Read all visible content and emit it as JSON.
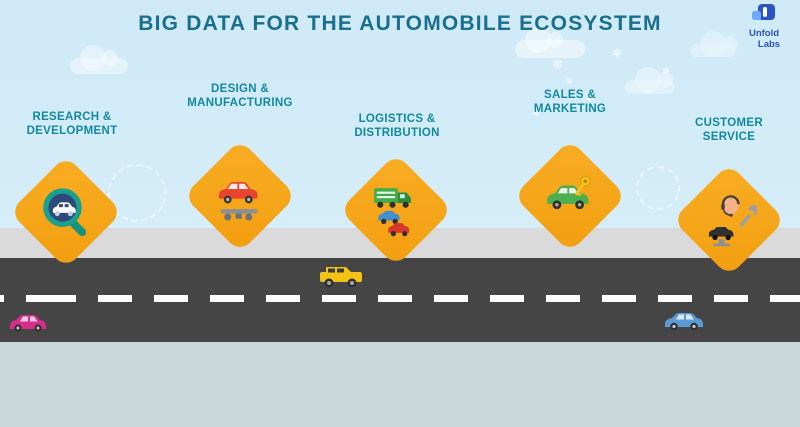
{
  "title": "BIG DATA FOR THE AUTOMOBILE ECOSYSTEM",
  "logo": {
    "name_line1": "Unfold",
    "name_line2": "Labs"
  },
  "stages": [
    {
      "label_lines": [
        "RESEARCH &",
        "DEVELOPMENT"
      ],
      "icon": "magnifier-car-icon"
    },
    {
      "label_lines": [
        "DESIGN &",
        "MANUFACTURING"
      ],
      "icon": "car-chassis-icon"
    },
    {
      "label_lines": [
        "LOGISTICS &",
        "DISTRIBUTION"
      ],
      "icon": "truck-fleet-icon"
    },
    {
      "label_lines": [
        "SALES &",
        "MARKETING"
      ],
      "icon": "car-key-icon"
    },
    {
      "label_lines": [
        "CUSTOMER",
        "SERVICE"
      ],
      "icon": "support-agent-car-icon"
    }
  ],
  "decor": {
    "snowflake_glyph": "❄",
    "road_cars": [
      "pink-car-icon",
      "yellow-jeep-icon",
      "blue-car-icon"
    ]
  },
  "colors": {
    "diamond_orange": "#F8A81B",
    "label_teal": "#1289A0",
    "title_teal": "#186F8E",
    "road_gray": "#454545",
    "curb_gray": "#DADADA",
    "sky_blue": "#D2EBF7",
    "ground_gray": "#CBD8D9",
    "logo_blue": "#2A54C5"
  }
}
